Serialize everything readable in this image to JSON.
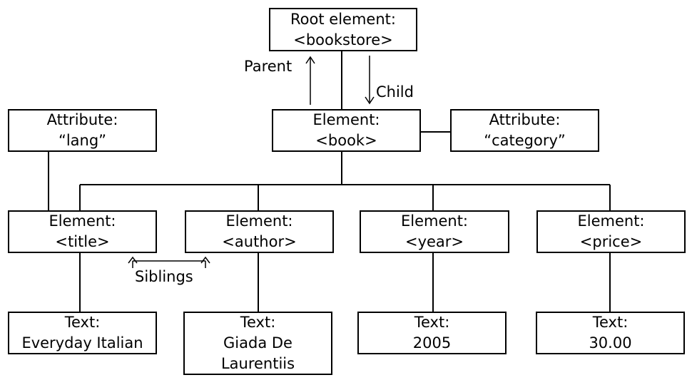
{
  "nodes": {
    "root": {
      "line1": "Root element:",
      "line2": "<bookstore>"
    },
    "book": {
      "line1": "Element:",
      "line2": "<book>"
    },
    "attr_lang": {
      "line1": "Attribute:",
      "line2": "“lang”"
    },
    "attr_category": {
      "line1": "Attribute:",
      "line2": "“category”"
    },
    "title": {
      "line1": "Element:",
      "line2": "<title>"
    },
    "author": {
      "line1": "Element:",
      "line2": "<author>"
    },
    "year": {
      "line1": "Element:",
      "line2": "<year>"
    },
    "price": {
      "line1": "Element:",
      "line2": "<price>"
    },
    "text_title": {
      "line1": "Text:",
      "line2": "Everyday Italian"
    },
    "text_author": {
      "line1": "Text:",
      "line2": "Giada De",
      "line3": "Laurentiis"
    },
    "text_year": {
      "line1": "Text:",
      "line2": "2005"
    },
    "text_price": {
      "line1": "Text:",
      "line2": "30.00"
    }
  },
  "labels": {
    "parent": "Parent",
    "child": "Child",
    "siblings": "Siblings"
  }
}
